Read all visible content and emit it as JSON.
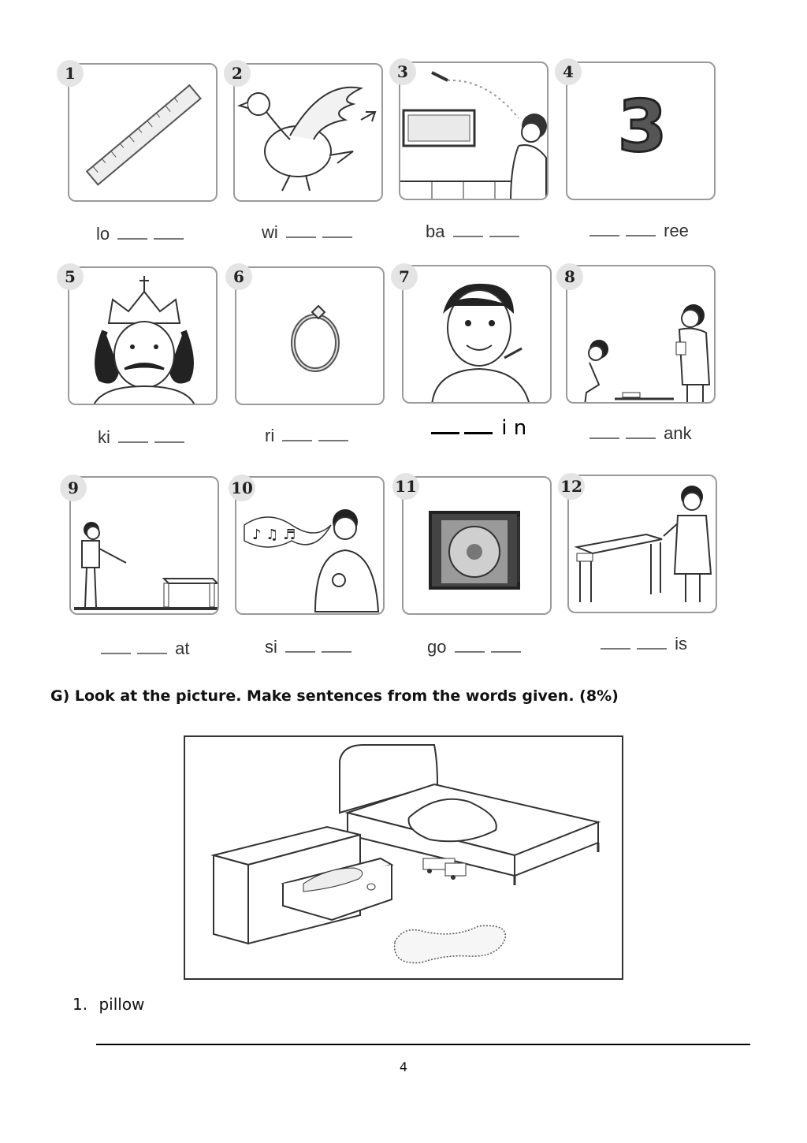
{
  "items": [
    {
      "num": "1",
      "icon": "ruler-icon",
      "prefix": "lo",
      "suffix": ""
    },
    {
      "num": "2",
      "icon": "bird-wing-icon",
      "prefix": "wi",
      "suffix": ""
    },
    {
      "num": "3",
      "icon": "bath-shower-icon",
      "prefix": "ba",
      "suffix": ""
    },
    {
      "num": "4",
      "icon": "number-three-icon",
      "prefix": "",
      "suffix": "ree"
    },
    {
      "num": "5",
      "icon": "king-icon",
      "prefix": "ki",
      "suffix": ""
    },
    {
      "num": "6",
      "icon": "ring-icon",
      "prefix": "ri",
      "suffix": ""
    },
    {
      "num": "7",
      "icon": "chin-icon",
      "prefix": "",
      "suffix": "i n"
    },
    {
      "num": "8",
      "icon": "thank-icon",
      "prefix": "",
      "suffix": "ank"
    },
    {
      "num": "9",
      "icon": "that-pointing-icon",
      "prefix": "",
      "suffix": "at"
    },
    {
      "num": "10",
      "icon": "singing-icon",
      "prefix": "si",
      "suffix": ""
    },
    {
      "num": "11",
      "icon": "gong-icon",
      "prefix": "go",
      "suffix": ""
    },
    {
      "num": "12",
      "icon": "this-table-icon",
      "prefix": "",
      "suffix": "is"
    }
  ],
  "big_three": "3",
  "section_g": {
    "heading": "G) Look at the picture. Make sentences from the words given. (8%)",
    "picture_icon": "bedroom-scene-icon",
    "question_number": "1.",
    "question_word": "pillow"
  },
  "page_number": "4"
}
